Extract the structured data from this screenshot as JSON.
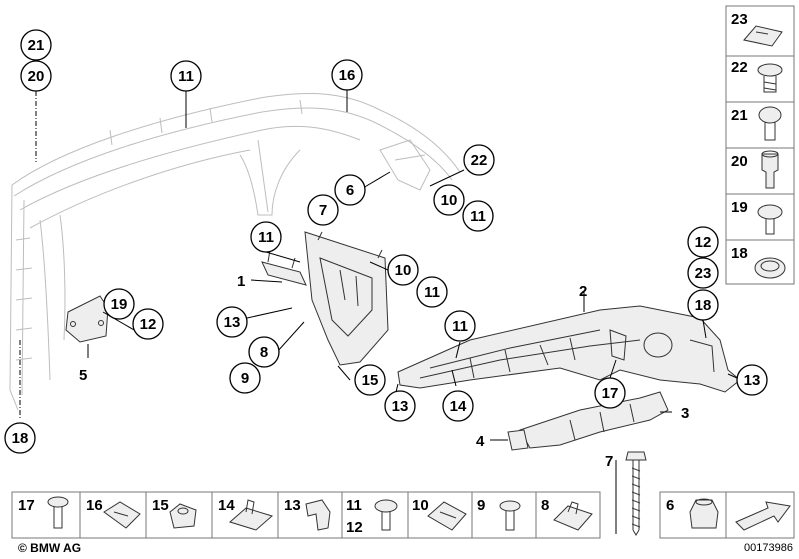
{
  "callouts": {
    "c21a": "21",
    "c20a": "20",
    "c11top": "11",
    "c16": "16",
    "c22": "22",
    "c6": "6",
    "c7": "7",
    "c10a": "10",
    "c11a": "11",
    "c11b": "11",
    "c10b": "10",
    "c11c": "11",
    "c19": "19",
    "c12a": "12",
    "c13a": "13",
    "c8": "8",
    "c9": "9",
    "c15": "15",
    "c11d": "11",
    "c13b": "13",
    "c14": "14",
    "c17": "17",
    "c12b": "12",
    "c23": "23",
    "c18a": "18",
    "c13c": "13",
    "c18b": "18"
  },
  "plain_labels": {
    "p1": "1",
    "p2": "2",
    "p3": "3",
    "p4": "4",
    "p5": "5",
    "p7": "7"
  },
  "side_cells": [
    "23",
    "22",
    "21",
    "20",
    "19",
    "18"
  ],
  "bottom_cells": [
    "17",
    "16",
    "15",
    "14",
    "13",
    "11",
    "12",
    "10",
    "9",
    "8",
    "6"
  ],
  "brand": "© BMW AG",
  "drawing_number": "00173986"
}
